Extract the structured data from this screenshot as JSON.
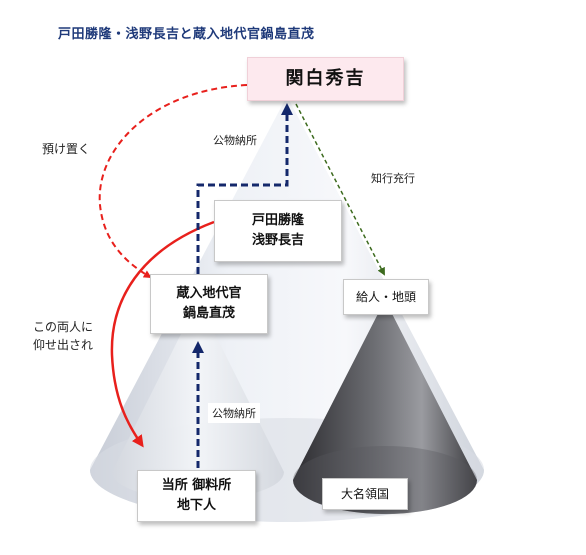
{
  "title": "戸田勝隆・浅野長吉と蔵入地代官鍋島直茂",
  "boxes": {
    "hideyoshi": "関白秀吉",
    "toda_line1": "戸田勝隆",
    "toda_line2": "浅野長吉",
    "daikan_line1": "蔵入地代官",
    "daikan_line2": "鍋島直茂",
    "kyunin": "給人・地頭",
    "daimyo": "大名領国",
    "tokoro_line1": "当所 御料所",
    "tokoro_line2": "地下人"
  },
  "labels": {
    "azuke": "預け置く",
    "koubutsu_upper": "公物納所",
    "chigyou": "知行充行",
    "kono_line1": "この両人に",
    "kono_line2": "仰せ出され",
    "koubutsu_lower": "公物納所"
  },
  "colors": {
    "title": "#1f3a7a",
    "top_box_fill": "#fde9ee",
    "red_arrow": "#e8201c",
    "navy_arrow": "#14286b",
    "green_arrow": "#3c6a1e",
    "dark_cone": "#4a4a4e",
    "light_cone": "#e6ebf2"
  }
}
